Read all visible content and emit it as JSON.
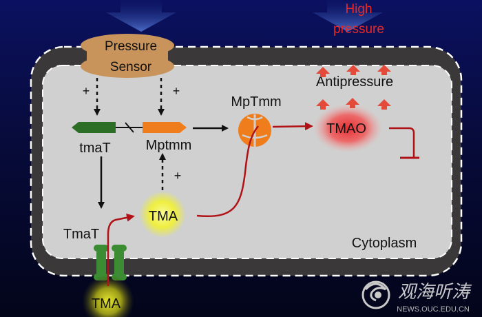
{
  "labels": {
    "high_pressure_line1": "High",
    "high_pressure_line2": "pressure",
    "sensor_line1": "Pressure",
    "sensor_line2": "Sensor",
    "antipressure": "Antipressure",
    "mptmm_protein": "MpTmm",
    "tmao": "TMAO",
    "tmat_gene": "tmaT",
    "mptmm_gene": "Mptmm",
    "tma_inside": "TMA",
    "tmat_protein": "TmaT",
    "tma_outside": "TMA",
    "cytoplasm": "Cytoplasm",
    "plus_1": "+",
    "plus_2": "+",
    "plus_3": "+"
  },
  "watermark": {
    "chinese": "观海听涛",
    "url": "NEWS.OUC.EDU.CN"
  },
  "colors": {
    "background_top": "#0b1160",
    "background_bottom": "#03051a",
    "membrane": "#3a3838",
    "cytoplasm": "#cfd0cf",
    "sensor": "#c8945c",
    "gene_tmat": "#2d6e27",
    "gene_mptmm": "#f07d1c",
    "protein_mptmm": "#f07d1c",
    "transporter": "#3b8c32",
    "tma_glow": "#f2f25a",
    "tmao_glow": "#e8383a",
    "pathway_red": "#b01217",
    "high_pressure_text": "#e32b2b",
    "pressure_arrow": "#3c5ab0"
  }
}
